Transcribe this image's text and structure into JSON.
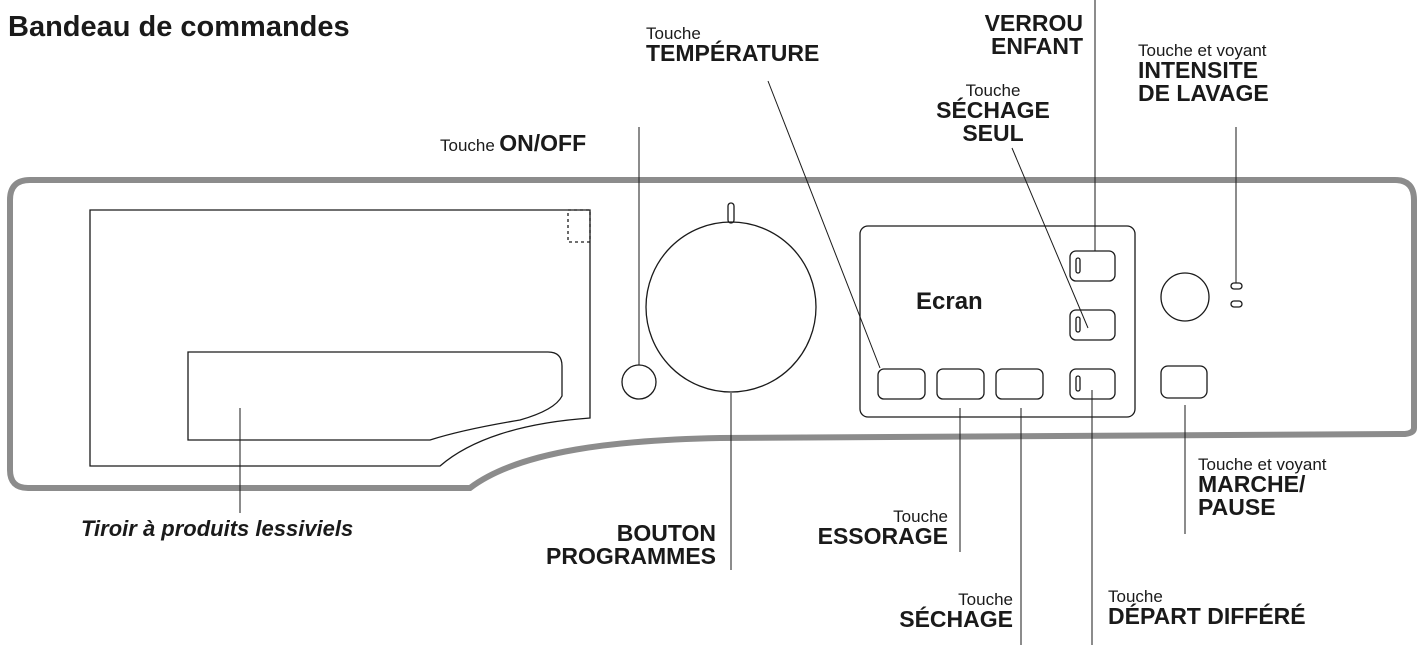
{
  "title": "Bandeau de commandes",
  "display_label": "Ecran",
  "labels": {
    "on_off": {
      "prefix": "Touche",
      "name": "ON/OFF"
    },
    "temperature": {
      "prefix": "Touche",
      "name": "TEMPÉRATURE"
    },
    "sechage_seul": {
      "prefix": "Touche",
      "line1": "SÉCHAGE",
      "line2": "SEUL"
    },
    "verrou_enfant": {
      "line1": "VERROU",
      "line2": "ENFANT"
    },
    "intensite": {
      "prefix": "Touche et voyant",
      "line1": "INTENSITE",
      "line2": "DE LAVAGE"
    },
    "tiroir": "Tiroir à produits lessiviels",
    "bouton_programmes": {
      "line1": "BOUTON",
      "line2": "PROGRAMMES"
    },
    "essorage": {
      "prefix": "Touche",
      "name": "ESSORAGE"
    },
    "sechage": {
      "prefix": "Touche",
      "name": "SÉCHAGE"
    },
    "depart_differe": {
      "prefix": "Touche",
      "name": "DÉPART DIFFÉRÉ"
    },
    "marche_pause": {
      "prefix": "Touche et voyant",
      "line1": "MARCHE/",
      "line2": "PAUSE"
    }
  }
}
